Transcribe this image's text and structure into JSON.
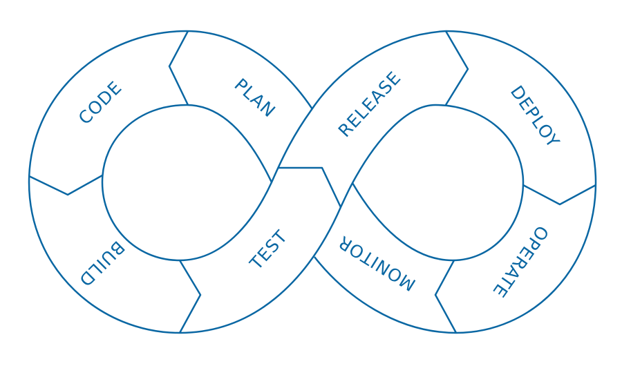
{
  "diagram": {
    "type": "devops-infinity-loop",
    "accent_color": "#0a67a3",
    "stages": {
      "code": "CODE",
      "plan": "PLAN",
      "release": "RELEASE",
      "deploy": "DEPLOY",
      "operate": "OPERATE",
      "monitor": "MONITOR",
      "test": "TEST",
      "build": "BUILD"
    }
  }
}
